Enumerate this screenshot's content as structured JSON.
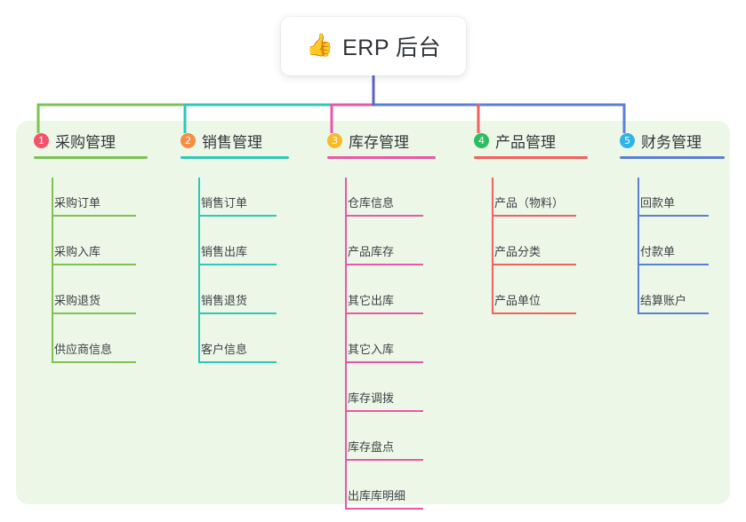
{
  "diagram": {
    "type": "mindmap-tree",
    "background_color": "#ffffff",
    "panel_color": "#edf7e7",
    "root": {
      "icon": "thumbs-up-icon",
      "icon_glyph": "👍",
      "title": "ERP 后台",
      "connector_color": "#5b63c4"
    },
    "branches": [
      {
        "index": "1",
        "title": "采购管理",
        "badge_color": "#f2536a",
        "line_color": "#7dc252",
        "children": [
          "采购订单",
          "采购入库",
          "采购退货",
          "供应商信息"
        ]
      },
      {
        "index": "2",
        "title": "销售管理",
        "badge_color": "#f58d44",
        "line_color": "#2ec7b8",
        "children": [
          "销售订单",
          "销售出库",
          "销售退货",
          "客户信息"
        ]
      },
      {
        "index": "3",
        "title": "库存管理",
        "badge_color": "#f5bb2b",
        "line_color": "#e857a8",
        "children": [
          "仓库信息",
          "产品库存",
          "其它出库",
          "其它入库",
          "库存调拨",
          "库存盘点",
          "出库库明细"
        ]
      },
      {
        "index": "4",
        "title": "产品管理",
        "badge_color": "#2ebd60",
        "line_color": "#f2615c",
        "children": [
          "产品（物料）",
          "产品分类",
          "产品单位"
        ]
      },
      {
        "index": "5",
        "title": "财务管理",
        "badge_color": "#2fb3e8",
        "line_color": "#5b7fd4",
        "children": [
          "回款单",
          "付款单",
          "结算账户"
        ]
      }
    ]
  }
}
